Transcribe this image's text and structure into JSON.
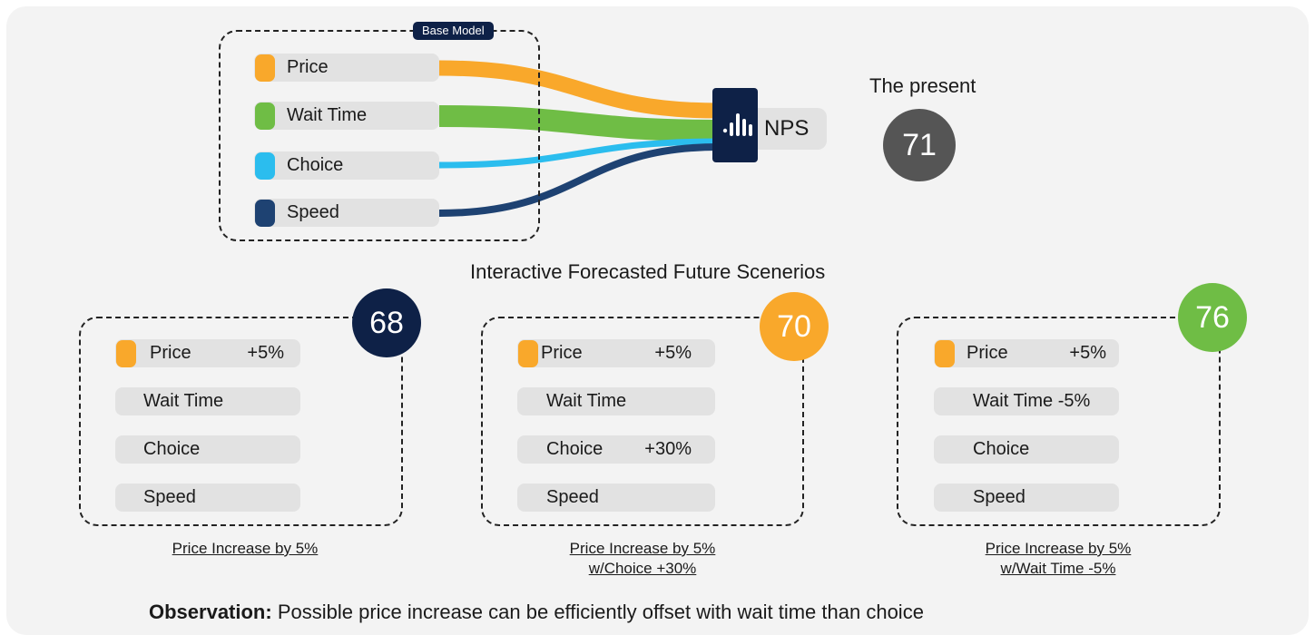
{
  "base_model": {
    "tag": "Base Model",
    "factors": [
      {
        "label": "Price",
        "color": "#f9a82b"
      },
      {
        "label": "Wait Time",
        "color": "#6fbd45"
      },
      {
        "label": "Choice",
        "color": "#2bbdee"
      },
      {
        "label": "Speed",
        "color": "#1e4272"
      }
    ],
    "target": "NPS",
    "target_icon": "bar-chart-icon"
  },
  "present": {
    "title": "The present",
    "score": "71",
    "color": "#555555"
  },
  "scenarios_title": "Interactive Forecasted Future Scenerios",
  "scenarios": [
    {
      "score": "68",
      "color": "#0e2147",
      "rows": [
        {
          "label": "Price",
          "delta": "+5%",
          "swatch": true
        },
        {
          "label": "Wait Time",
          "delta": ""
        },
        {
          "label": "Choice",
          "delta": ""
        },
        {
          "label": "Speed",
          "delta": ""
        }
      ],
      "caption": [
        "Price Increase by 5%"
      ]
    },
    {
      "score": "70",
      "color": "#f9a82b",
      "rows": [
        {
          "label": "Price",
          "delta": "+5%",
          "swatch": true
        },
        {
          "label": "Wait Time",
          "delta": ""
        },
        {
          "label": "Choice",
          "delta": "+30%"
        },
        {
          "label": "Speed",
          "delta": ""
        }
      ],
      "caption": [
        "Price Increase by 5%",
        "w/Choice +30%"
      ]
    },
    {
      "score": "76",
      "color": "#6fbd45",
      "rows": [
        {
          "label": "Price",
          "delta": "+5%",
          "swatch": true
        },
        {
          "label": "Wait Time -5%",
          "delta": ""
        },
        {
          "label": "Choice",
          "delta": ""
        },
        {
          "label": "Speed",
          "delta": ""
        }
      ],
      "caption": [
        "Price Increase by 5%",
        "w/Wait Time -5%"
      ]
    }
  ],
  "observation": {
    "label": "Observation:",
    "text": " Possible price increase can be efficiently offset with wait time than choice"
  }
}
